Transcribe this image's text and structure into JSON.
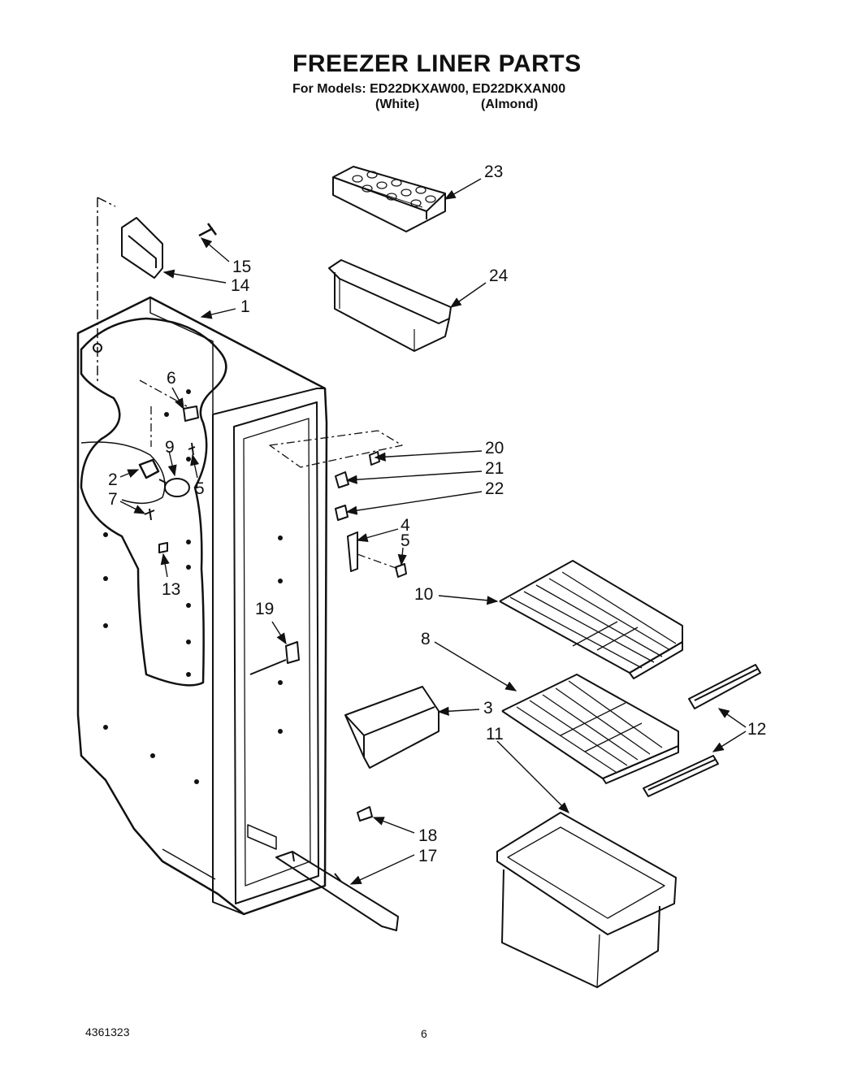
{
  "header": {
    "title": "FREEZER LINER PARTS",
    "models_line": "For Models: ED22DKXAW00, ED22DKXAN00",
    "variant_white": "(White)",
    "variant_almond": "(Almond)"
  },
  "parts": {
    "p1": "1",
    "p2": "2",
    "p3": "3",
    "p4": "4",
    "p5a": "5",
    "p5b": "5",
    "p6": "6",
    "p7": "7",
    "p8": "8",
    "p9": "9",
    "p10": "10",
    "p11": "11",
    "p12": "12",
    "p13": "13",
    "p14": "14",
    "p15": "15",
    "p17": "17",
    "p18": "18",
    "p19": "19",
    "p20": "20",
    "p21": "21",
    "p22": "22",
    "p23": "23",
    "p24": "24"
  },
  "footer": {
    "doc_number": "4361323",
    "page_number": "6"
  }
}
